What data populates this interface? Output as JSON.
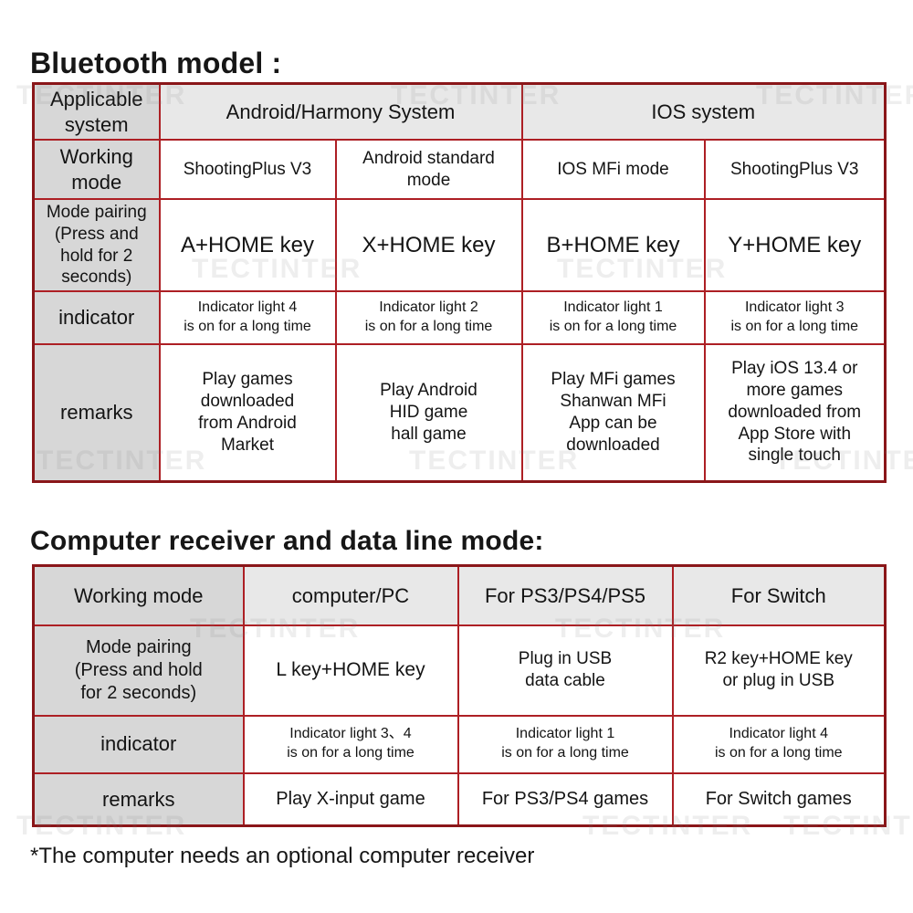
{
  "page": {
    "title1": "Bluetooth model :",
    "title2": "Computer receiver and data line mode:",
    "footnote": "*The computer needs an optional computer receiver",
    "watermark": "TECTINTER"
  },
  "colors": {
    "table_outer_border": "#8a1619",
    "table_inner_border": "#ad1f24",
    "header_cell_gray": "#d7d7d7",
    "header_row_gray": "#e8e8e8",
    "text": "#141414"
  },
  "bluetooth_table": {
    "row_headers": {
      "applicable_system": "Applicable\nsystem",
      "working_mode": "Working\nmode",
      "mode_pairing": "Mode pairing\n(Press and\nhold for 2\nseconds)",
      "indicator": "indicator",
      "remarks": "remarks"
    },
    "systems": [
      "Android/Harmony System",
      "IOS system"
    ],
    "working_modes": [
      "ShootingPlus V3",
      "Android standard\nmode",
      "IOS MFi mode",
      "ShootingPlus V3"
    ],
    "pairings": [
      "A+HOME key",
      "X+HOME key",
      "B+HOME key",
      "Y+HOME key"
    ],
    "indicators": [
      "Indicator light 4\nis on for a long time",
      "Indicator light 2\nis on for a long time",
      "Indicator light 1\nis on for a long time",
      "Indicator light 3\nis on for a long time"
    ],
    "remarks": [
      "Play games\ndownloaded\nfrom Android\nMarket",
      "Play Android\nHID game\nhall game",
      "Play MFi games\nShanwan MFi\nApp can be\ndownloaded",
      "Play iOS 13.4 or\nmore games\ndownloaded from\nApp Store with\nsingle touch"
    ]
  },
  "computer_table": {
    "headers": [
      "Working mode",
      "computer/PC",
      "For PS3/PS4/PS5",
      "For Switch"
    ],
    "row_headers": {
      "mode_pairing": "Mode pairing\n(Press and hold\nfor 2 seconds)",
      "indicator": "indicator",
      "remarks": "remarks"
    },
    "pairings": [
      "L key+HOME key",
      "Plug in USB\ndata cable",
      "R2 key+HOME key\nor plug in USB"
    ],
    "indicators": [
      "Indicator light 3、4\nis on for a long time",
      "Indicator light 1\nis on for a long time",
      "Indicator light 4\nis on for a long time"
    ],
    "remarks": [
      "Play X-input game",
      "For PS3/PS4 games",
      "For Switch games"
    ]
  }
}
